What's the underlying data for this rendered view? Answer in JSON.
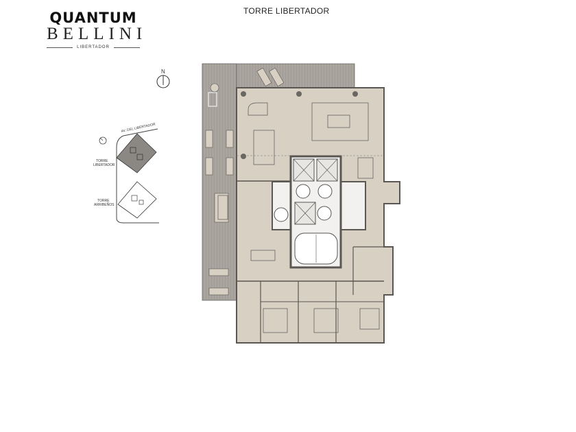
{
  "logo": {
    "line1": "QUANTUM",
    "line2": "BELLINI",
    "line3": "LIBERTADOR"
  },
  "title": "TORRE  LIBERTADOR",
  "north_arrow": {
    "label": "N"
  },
  "site_plan": {
    "street": "AV. DEL LIBERTADOR",
    "tower1": [
      "TORRE",
      "LIBERTADOR"
    ],
    "tower2": [
      "TORRE",
      "ARRIBEÑOS"
    ]
  },
  "colors": {
    "floor": "#d9d0c4",
    "terrace": "#a8a49e",
    "core": "#777370",
    "wall": "#5a5652"
  }
}
